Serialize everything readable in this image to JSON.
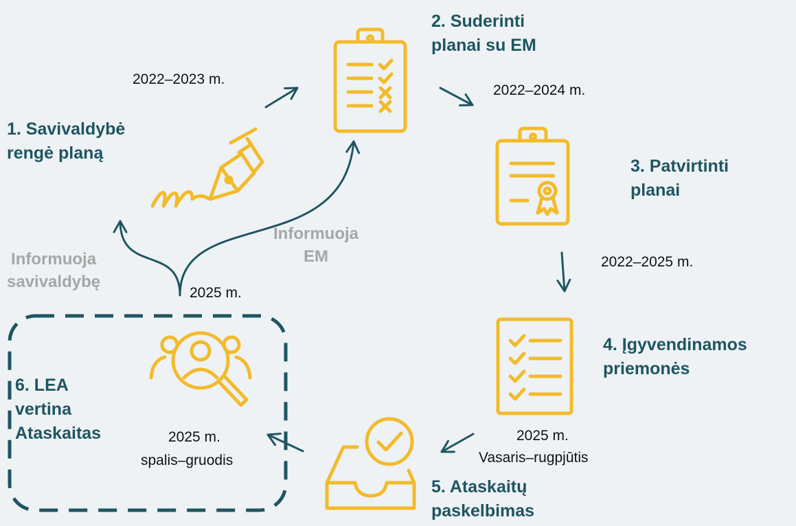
{
  "colors": {
    "background": "#eef2f5",
    "teal": "#1f5560",
    "gold": "#f2bb2a",
    "muted_text": "#a6a6a6"
  },
  "steps": [
    {
      "number": "1.",
      "line1": "1. Savivaldybė",
      "line2": "rengė planą",
      "icon": "fountain-pen-signature-icon"
    },
    {
      "number": "2.",
      "line1": "2. Suderinti",
      "line2": "planai su EM",
      "icon": "clipboard-checklist-icon"
    },
    {
      "number": "3.",
      "line1": "3. Patvirtinti",
      "line2": "planai",
      "icon": "clipboard-certificate-icon"
    },
    {
      "number": "4.",
      "line1": "4. Įgyvendinamos",
      "line2": "priemonės",
      "icon": "checklist-document-icon"
    },
    {
      "number": "5.",
      "line1": "5. Ataskaitų",
      "line2": "paskelbimas",
      "icon": "inbox-tray-check-icon"
    },
    {
      "number": "6.",
      "line1": "6. LEA",
      "line2": "vertina",
      "line3": "Ataskaitas",
      "icon": "team-search-icon"
    }
  ],
  "periods": {
    "p1": "2022–2023 m.",
    "p2": "2022–2024 m.",
    "p3": "2022–2025 m.",
    "p4_year": "2025 m.",
    "p4_months": "Vasaris–rugpjūtis",
    "p5_year": "2025 m.",
    "p5_months": "spalis–gruodis",
    "p6": "2025 m."
  },
  "informs": {
    "municipality_line1": "Informuoja",
    "municipality_line2": "savivaldybę",
    "ministry_line1": "Informuoja",
    "ministry_line2": "EM"
  }
}
